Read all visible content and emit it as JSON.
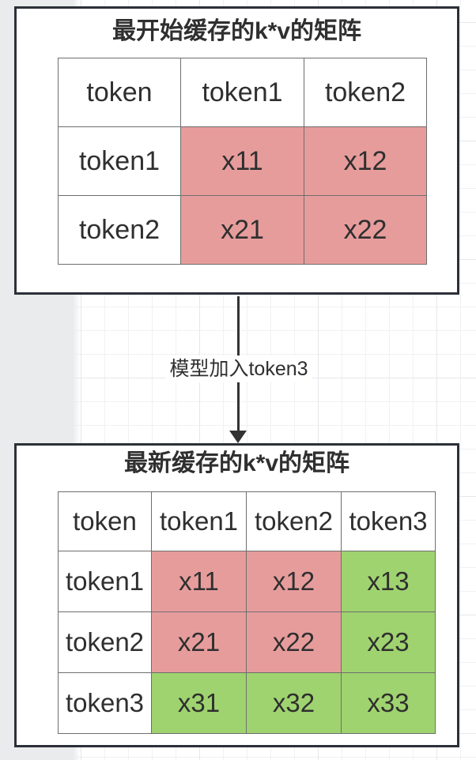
{
  "colors": {
    "cell_pink": "#e79c9c",
    "cell_green": "#9fd36f",
    "box_border": "#2b3038",
    "table_border": "#6e6e6e",
    "text": "#2f2f2f",
    "panel_gray": "#e9ebec",
    "grid_minor": "#f0f1f2",
    "grid_major": "#e5e7ea",
    "arrow": "#333333"
  },
  "top_box": {
    "title": "最开始缓存的k*v的矩阵",
    "table": {
      "rows": [
        [
          {
            "t": "token"
          },
          {
            "t": "token1"
          },
          {
            "t": "token2"
          }
        ],
        [
          {
            "t": "token1"
          },
          {
            "t": "x11",
            "c": "pink"
          },
          {
            "t": "x12",
            "c": "pink"
          }
        ],
        [
          {
            "t": "token2"
          },
          {
            "t": "x21",
            "c": "pink"
          },
          {
            "t": "x22",
            "c": "pink"
          }
        ]
      ]
    }
  },
  "arrow": {
    "label": "模型加入token3"
  },
  "bottom_box": {
    "title": "最新缓存的k*v的矩阵",
    "table": {
      "rows": [
        [
          {
            "t": "token"
          },
          {
            "t": "token1"
          },
          {
            "t": "token2"
          },
          {
            "t": "token3"
          }
        ],
        [
          {
            "t": "token1"
          },
          {
            "t": "x11",
            "c": "pink"
          },
          {
            "t": "x12",
            "c": "pink"
          },
          {
            "t": "x13",
            "c": "green"
          }
        ],
        [
          {
            "t": "token2"
          },
          {
            "t": "x21",
            "c": "pink"
          },
          {
            "t": "x22",
            "c": "pink"
          },
          {
            "t": "x23",
            "c": "green"
          }
        ],
        [
          {
            "t": "token3"
          },
          {
            "t": "x31",
            "c": "green"
          },
          {
            "t": "x32",
            "c": "green"
          },
          {
            "t": "x33",
            "c": "green"
          }
        ]
      ]
    }
  }
}
